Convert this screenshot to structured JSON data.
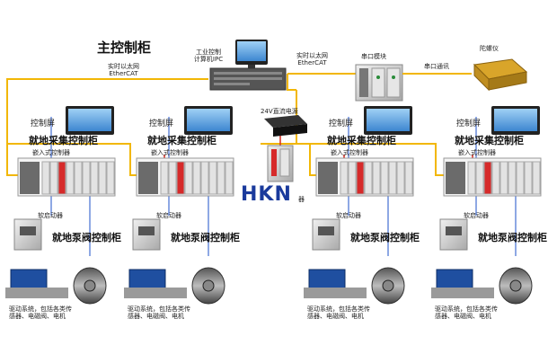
{
  "title": "主控制柜",
  "ipc_label": [
    "工业控制",
    "计算机IPC"
  ],
  "ethercat_left": [
    "实时以太网",
    "EtherCAT"
  ],
  "ethercat_right": [
    "实时以太网",
    "EtherCAT"
  ],
  "serial_module": "串口模块",
  "serial_comm": "串口通讯",
  "gyro": "陀螺仪",
  "power_supply": "24V直流电源",
  "logo_text": "HKN",
  "logo_fragment": "器",
  "units": [
    {
      "screen": "控制屏",
      "collect_cabinet": "就地采集控制柜",
      "embedded_controller": "嵌入式控制器",
      "soft_starter": "软启动器",
      "pump_cabinet": "就地泵阀控制柜",
      "drive_lines": [
        "驱动系统，包括各类传",
        "感器、电磁阀、电机"
      ]
    },
    {
      "screen": "控制屏",
      "collect_cabinet": "就地采集控制柜",
      "embedded_controller": "嵌入式控制器",
      "soft_starter": "软启动器",
      "pump_cabinet": "就地泵阀控制柜",
      "drive_lines": [
        "驱动系统，包括各类传",
        "感器、电磁阀、电机"
      ]
    },
    {
      "screen": "控制屏",
      "collect_cabinet": "就地采集控制柜",
      "embedded_controller": "嵌入式控制器",
      "soft_starter": "软启动器",
      "pump_cabinet": "就地泵阀控制柜",
      "drive_lines": [
        "驱动系统，包括各类传",
        "感器、电磁阀、电机"
      ]
    },
    {
      "screen": "控制屏",
      "collect_cabinet": "就地采集控制柜",
      "embedded_controller": "嵌入式控制器",
      "soft_starter": "软启动器",
      "pump_cabinet": "就地泵阀控制柜",
      "drive_lines": [
        "驱动系统，包括各类传",
        "感器、电磁阀、电机"
      ]
    }
  ],
  "colors": {
    "ethercat_line": "#f2b705",
    "power_line": "#d4281c",
    "signal_line": "#1e52c8",
    "screen_blue": "#5fa6e6",
    "device_gray": "#cfcfcf"
  }
}
